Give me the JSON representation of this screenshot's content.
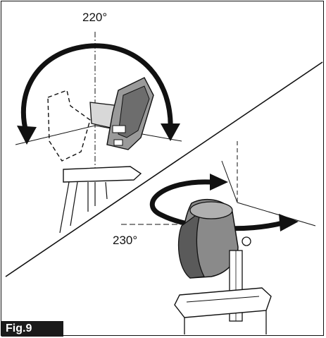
{
  "figure": {
    "label": "Fig.9",
    "upper": {
      "angle": "220°"
    },
    "lower": {
      "angle": "230°"
    }
  }
}
